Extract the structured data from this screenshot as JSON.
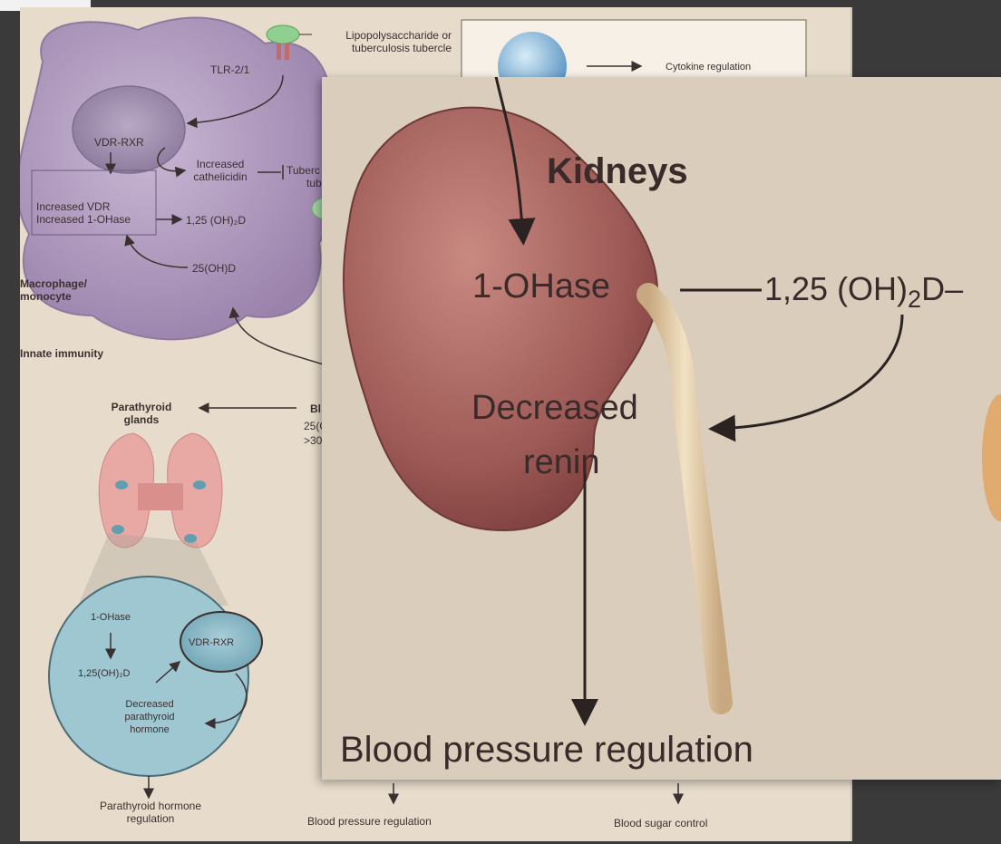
{
  "figure": {
    "lps_label": "Lipopolysaccharide or tuberculosis tubercle",
    "tlr_label": "TLR-2/1",
    "cytokine_label": "Cytokine regulation",
    "vdr_rxr_label": "VDR-RXR",
    "increased_cathelicidin": "Increased cathelicidin",
    "tuberc_partial": "Tuberc",
    "tuber_partial": "tuber",
    "increased_vdr": "Increased VDR",
    "increased_1ohase": "Increased 1-OHase",
    "dihydroxy_d": "1,25 (OH)₂D",
    "hydroxy_d": "25(OH)D",
    "macrophage_label": "Macrophage/ monocyte",
    "innate_immunity": "Innate immunity",
    "parathyroid_glands": "Parathyroid glands",
    "blood_partial": "Bl",
    "level_partial_1": "25(C",
    "level_partial_2": ">30",
    "cell_1ohase": "1-OHase",
    "cell_vdr_rxr": "VDR-RXR",
    "cell_dihydroxy": "1,25(OH)₂D",
    "decreased_pth": "Decreased parathyroid hormone",
    "pth_regulation": "Parathyroid hormone regulation",
    "bp_regulation_small": "Blood pressure regulation",
    "blood_sugar": "Blood sugar control"
  },
  "inset": {
    "kidneys_title": "Kidneys",
    "ohase": "1-OHase",
    "dihydroxy": "1,25 (OH)",
    "dihydroxy_sub": "2",
    "dihydroxy_end": "D–",
    "decreased": "Decreased",
    "renin": "renin",
    "bp_regulation": "Blood pressure regulation"
  }
}
